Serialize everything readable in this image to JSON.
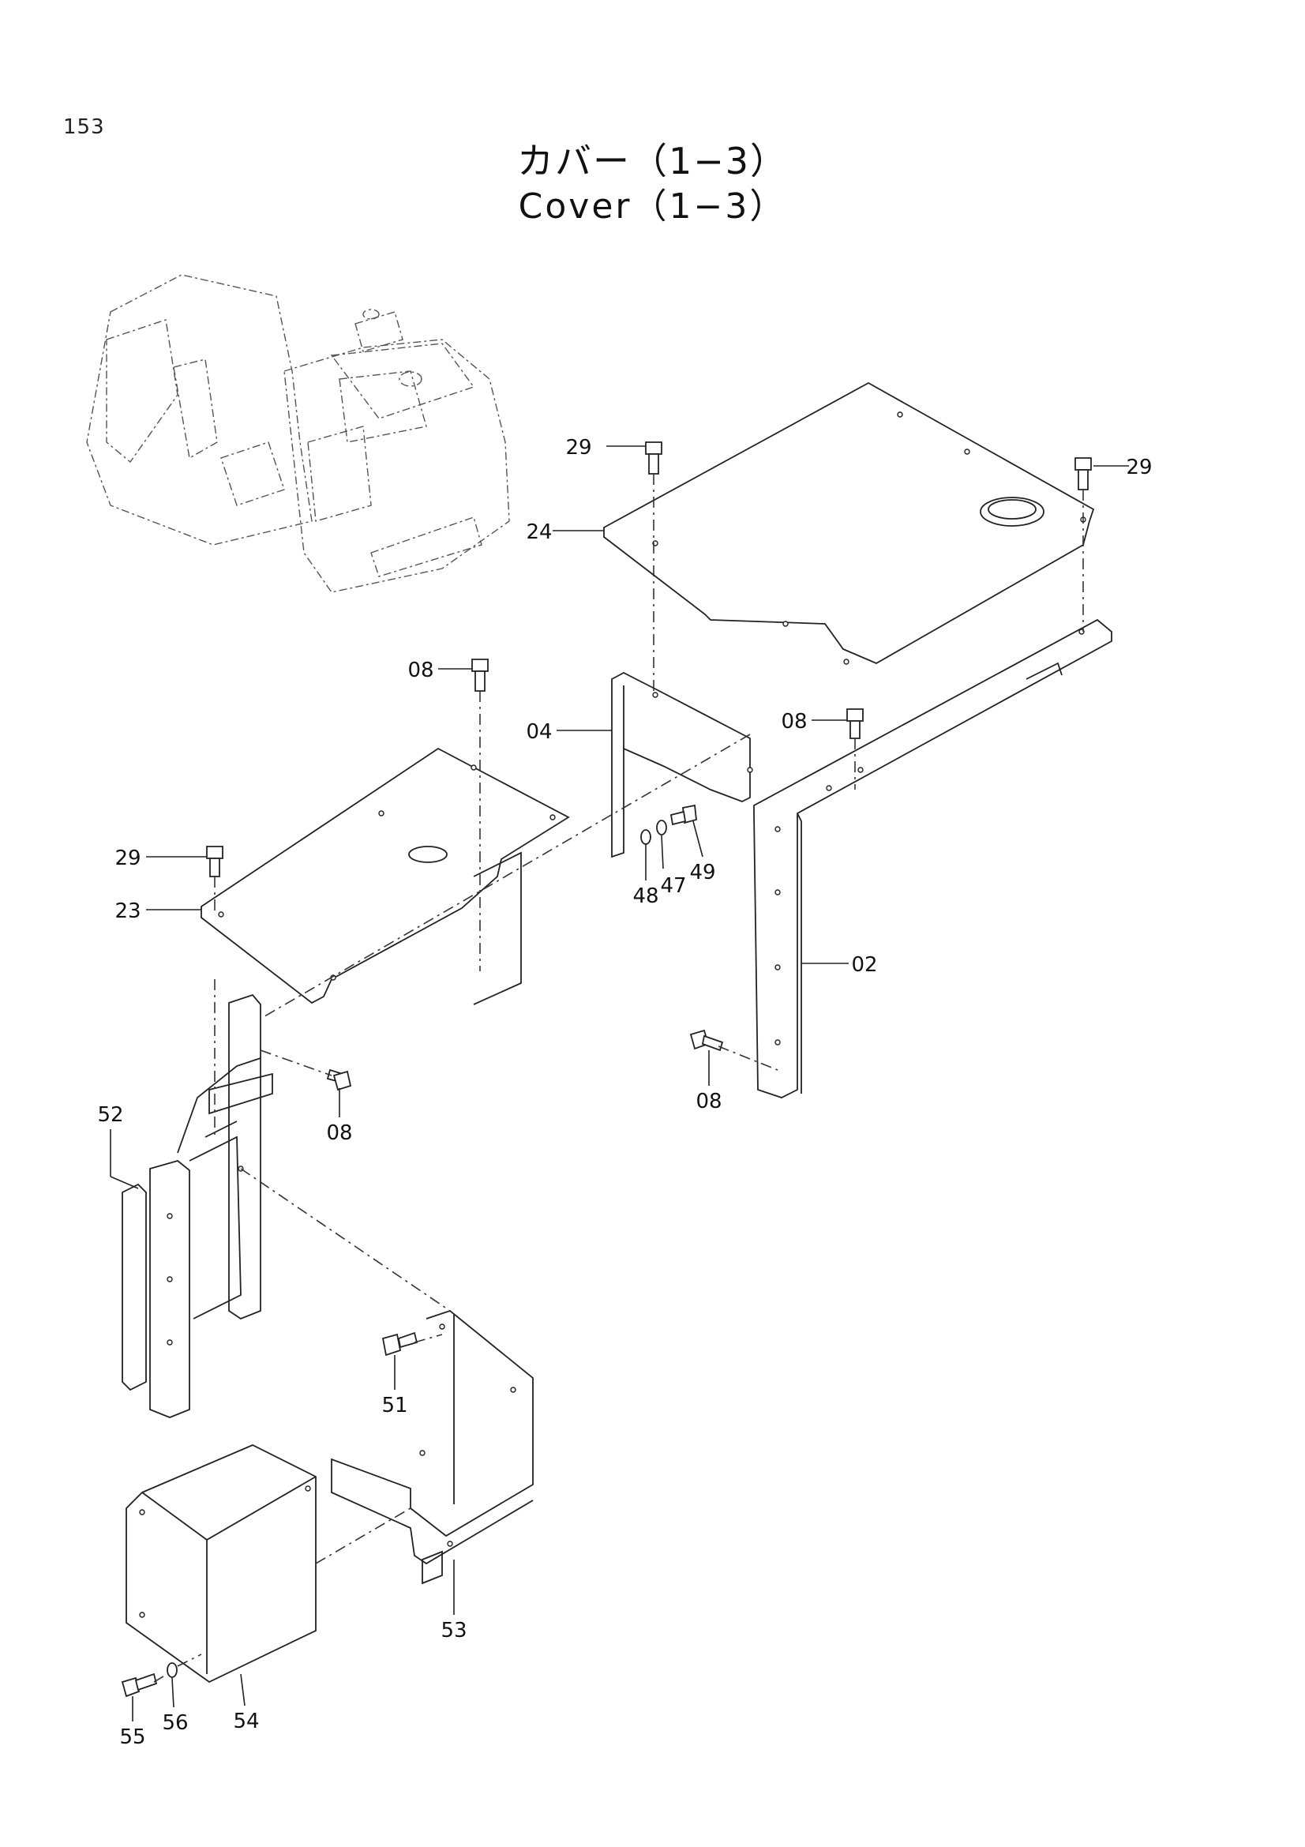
{
  "page_number": "153",
  "title": {
    "ja": "カバー（1−3）",
    "en": "Cover（1−3）"
  },
  "callouts": {
    "c29a": "29",
    "c29b": "29",
    "c24": "24",
    "c08a": "08",
    "c04": "04",
    "c08b": "08",
    "c48": "48",
    "c47": "47",
    "c49": "49",
    "c29c": "29",
    "c23": "23",
    "c02": "02",
    "c08c": "08",
    "c08d": "08",
    "c52": "52",
    "c51": "51",
    "c53": "53",
    "c54": "54",
    "c55": "55",
    "c56": "56"
  }
}
